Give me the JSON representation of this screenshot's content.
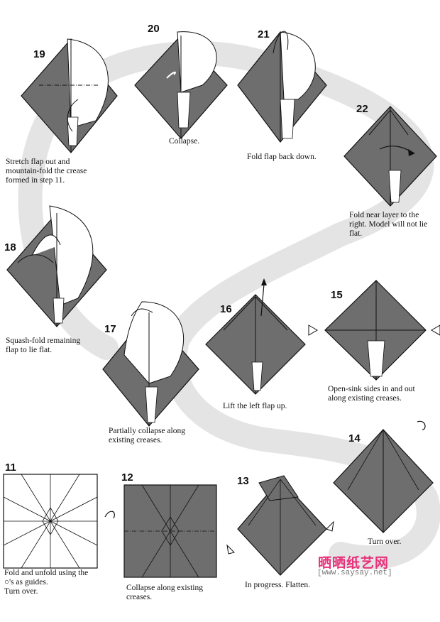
{
  "steps": [
    {
      "number": "19",
      "caption": [
        "Stretch flap out and",
        "mountain-fold the crease",
        "formed in step 11."
      ]
    },
    {
      "number": "20",
      "caption": [
        "Collapse."
      ]
    },
    {
      "number": "21",
      "caption": [
        "Fold flap back down."
      ]
    },
    {
      "number": "22",
      "caption": [
        "Fold near layer to the",
        "right. Model will not lie",
        "flat."
      ]
    },
    {
      "number": "18",
      "caption": [
        "Squash-fold remaining",
        "flap to lie flat."
      ]
    },
    {
      "number": "17",
      "caption": [
        "Partially collapse along",
        "existing creases."
      ]
    },
    {
      "number": "16",
      "caption": [
        "Lift the left flap up."
      ]
    },
    {
      "number": "15",
      "caption": [
        "Open-sink sides in and out",
        "along existing creases."
      ]
    },
    {
      "number": "14",
      "caption": [
        "Turn over."
      ]
    },
    {
      "number": "11",
      "caption": [
        "Fold and unfold using the",
        "○'s as guides.",
        "Turn over."
      ]
    },
    {
      "number": "12",
      "caption": [
        "Collapse along existing",
        "creases."
      ]
    },
    {
      "number": "13",
      "caption": [
        "In progress. Flatten."
      ]
    }
  ],
  "watermark": {
    "brand": "晒晒纸艺网",
    "url": "[www.saysay.net]"
  },
  "colors": {
    "paper_gray": "#6e6e6e",
    "paper_white": "#ffffff",
    "path_gray": "#e4e4e4",
    "ink": "#111111",
    "watermark": "#e8317a"
  }
}
